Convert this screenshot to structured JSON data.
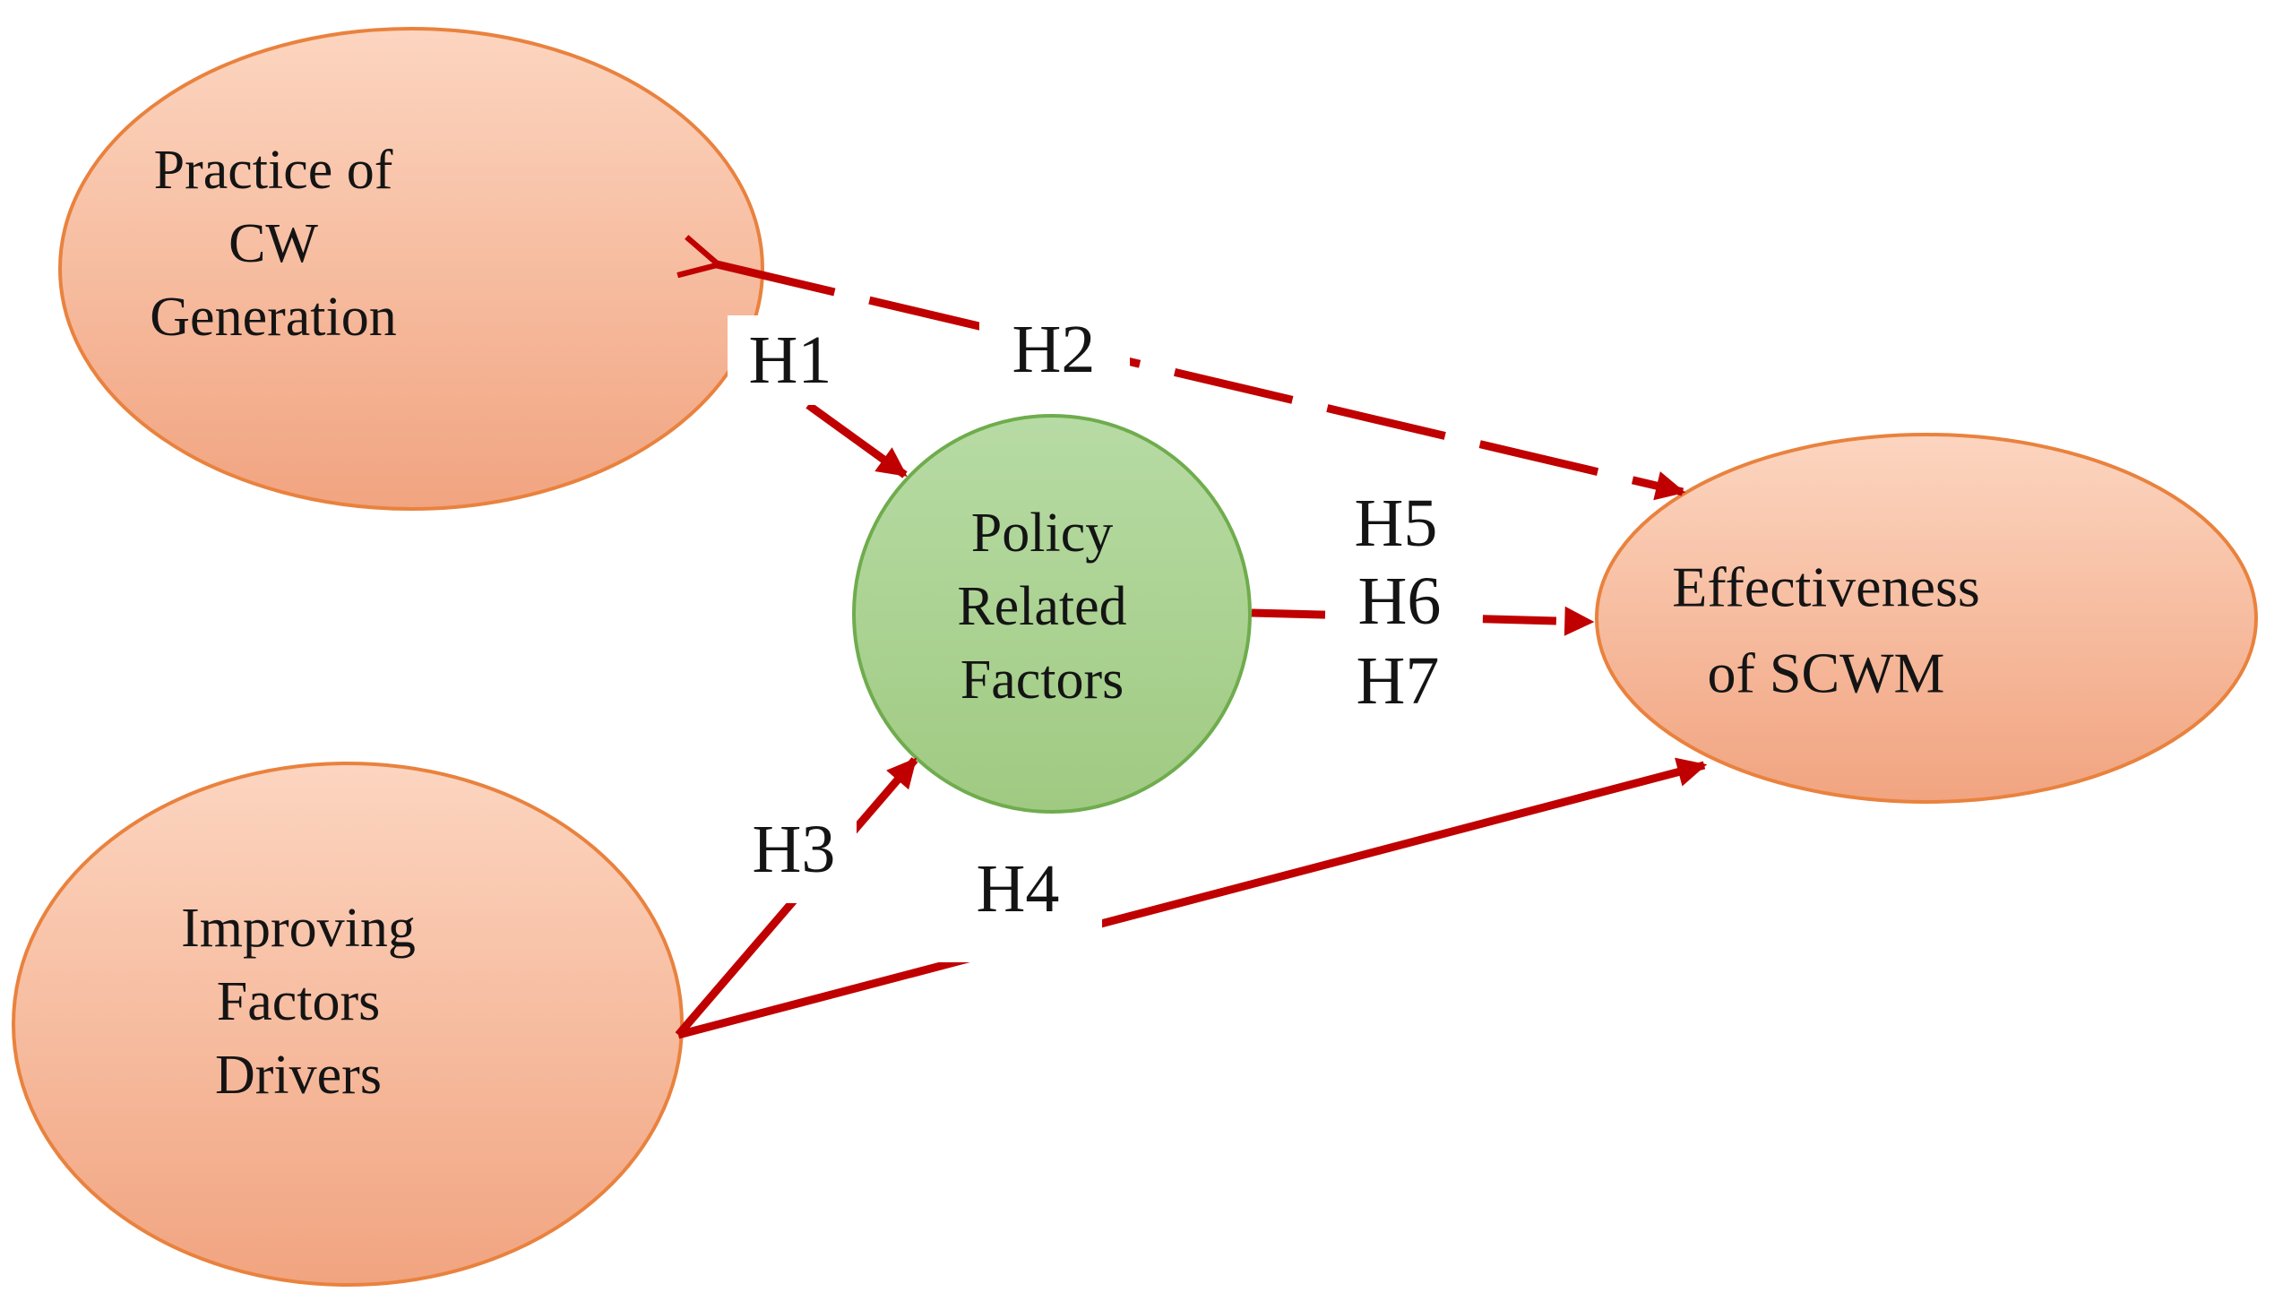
{
  "diagram_title": "",
  "nodes": {
    "practice": {
      "lines": [
        "Practice of",
        "CW",
        "Generation"
      ],
      "shape": "ellipse",
      "fill": "#F6B897",
      "border": "#E9823E"
    },
    "policy": {
      "lines": [
        "Policy",
        "Related",
        "Factors"
      ],
      "shape": "circle",
      "fill": "#ABD293",
      "border": "#6FAC4D"
    },
    "improving": {
      "lines": [
        "Improving",
        "Factors",
        "Drivers"
      ],
      "shape": "ellipse",
      "fill": "#F6B897",
      "border": "#E9823E"
    },
    "effectiveness": {
      "lines": [
        "Effectiveness",
        "of SCWM"
      ],
      "shape": "ellipse",
      "fill": "#F6B897",
      "border": "#E9823E"
    }
  },
  "labels": {
    "h1": "H1",
    "h2": "H2",
    "h3": "H3",
    "h4": "H4",
    "h5": "H5",
    "h6": "H6",
    "h7": "H7"
  },
  "edges": [
    {
      "label": "H1",
      "from": "practice",
      "to": "policy",
      "line": "solid",
      "arrowheads": "end"
    },
    {
      "label": "H2",
      "from": "practice",
      "to": "effectiveness",
      "line": "dashed",
      "arrowheads": "both"
    },
    {
      "label": "H3",
      "from": "improving",
      "to": "policy",
      "line": "solid",
      "arrowheads": "end"
    },
    {
      "label": "H4",
      "from": "improving",
      "to": "effectiveness",
      "line": "solid",
      "arrowheads": "end"
    },
    {
      "labels": [
        "H5",
        "H6",
        "H7"
      ],
      "from": "policy",
      "to": "effectiveness",
      "line": "dashed",
      "arrowheads": "end"
    }
  ],
  "colors": {
    "arrow_red": "#C00000",
    "orange_fill_top": "#FCD5C0",
    "orange_fill_bottom": "#F1A480",
    "orange_border": "#E9823E",
    "green_fill_top": "#B7DBA4",
    "green_fill_bottom": "#A0CA82",
    "green_border": "#6FAC4D",
    "text": "#141414",
    "background": "#FFFFFF"
  }
}
